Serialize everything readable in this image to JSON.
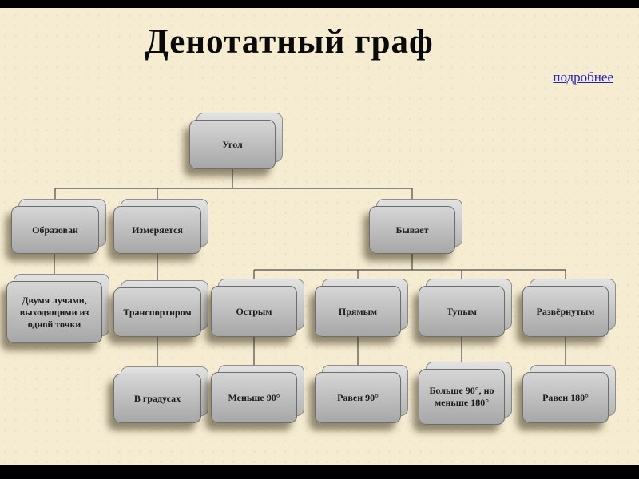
{
  "slide": {
    "title": "Денотатный граф",
    "details_link": "подробнее"
  },
  "diagram": {
    "type": "tree",
    "nodes": {
      "ugol": "Угол",
      "obrazovan": "Образован",
      "izmeryaetsya": "Измеряется",
      "byvaet": "Бывает",
      "dvumya_luchami": "Двумя лучами, выходящими из одной точки",
      "transportirom": "Транспортиром",
      "ostrym": "Острым",
      "pryamym": "Прямым",
      "tupym": "Тупым",
      "razvernutym": "Развёрнутым",
      "v_gradusah": "В градусах",
      "menshe_90": "Меньше 90°",
      "raven_90": "Равен 90°",
      "bolshe_90": "Больше 90°, но меньше 180°",
      "raven_180": "Равен 180°"
    },
    "edges": [
      [
        "ugol",
        "obrazovan"
      ],
      [
        "ugol",
        "izmeryaetsya"
      ],
      [
        "ugol",
        "byvaet"
      ],
      [
        "obrazovan",
        "dvumya_luchami"
      ],
      [
        "izmeryaetsya",
        "transportirom"
      ],
      [
        "transportirom",
        "v_gradusah"
      ],
      [
        "byvaet",
        "ostrym"
      ],
      [
        "byvaet",
        "pryamym"
      ],
      [
        "byvaet",
        "tupym"
      ],
      [
        "byvaet",
        "razvernutym"
      ],
      [
        "ostrym",
        "menshe_90"
      ],
      [
        "pryamym",
        "raven_90"
      ],
      [
        "tupym",
        "bolshe_90"
      ],
      [
        "razvernutym",
        "raven_180"
      ]
    ],
    "colors": {
      "background": "#f5ecd2",
      "box_fill_light": "#d6d6d6",
      "box_fill_dark": "#a7a7a7",
      "box_border": "#6e6e6e",
      "connector": "#4a4a4a",
      "link": "#2323bb",
      "title_text": "#0a0a0a"
    }
  }
}
